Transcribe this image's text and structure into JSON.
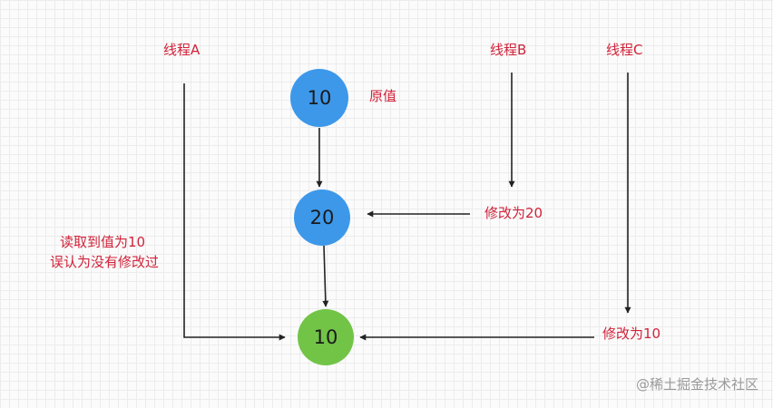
{
  "threads": {
    "a": "线程A",
    "b": "线程B",
    "c": "线程C"
  },
  "nodes": {
    "original": "10",
    "modified": "20",
    "final": "10"
  },
  "annotations": {
    "original_value": "原值",
    "b_action": "修改为20",
    "c_action": "修改为10",
    "a_read_line1": "读取到值为10",
    "a_read_line2": "误认为没有修改过"
  },
  "colors": {
    "label_red": "#d0233a",
    "node_blue": "#3d98ea",
    "node_green": "#72c447",
    "arrow": "#222222"
  },
  "watermark": "@稀土掘金技术社区"
}
